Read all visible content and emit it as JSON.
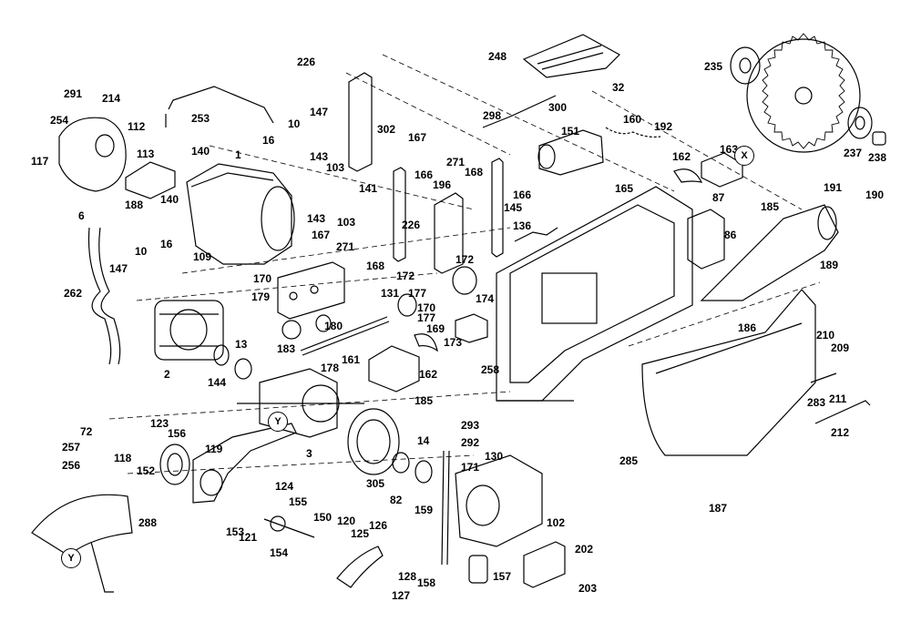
{
  "diagram": {
    "type": "exploded parts diagram",
    "part_numbers": [
      "1",
      "2",
      "3",
      "6",
      "10",
      "13",
      "14",
      "16",
      "32",
      "72",
      "82",
      "86",
      "87",
      "102",
      "103",
      "109",
      "112",
      "113",
      "117",
      "118",
      "119",
      "120",
      "121",
      "123",
      "124",
      "125",
      "126",
      "127",
      "128",
      "130",
      "131",
      "136",
      "140",
      "141",
      "143",
      "144",
      "145",
      "147",
      "150",
      "151",
      "152",
      "153",
      "154",
      "155",
      "156",
      "157",
      "158",
      "159",
      "160",
      "161",
      "162",
      "163",
      "165",
      "166",
      "167",
      "168",
      "169",
      "170",
      "171",
      "172",
      "173",
      "174",
      "177",
      "178",
      "179",
      "180",
      "183",
      "185",
      "186",
      "187",
      "188",
      "189",
      "190",
      "191",
      "192",
      "196",
      "202",
      "203",
      "209",
      "210",
      "211",
      "212",
      "214",
      "226",
      "235",
      "237",
      "238",
      "248",
      "253",
      "254",
      "256",
      "257",
      "258",
      "262",
      "271",
      "283",
      "285",
      "288",
      "291",
      "292",
      "293",
      "298",
      "300",
      "302",
      "305"
    ],
    "callouts": {
      "x": "X",
      "y": "Y"
    }
  }
}
